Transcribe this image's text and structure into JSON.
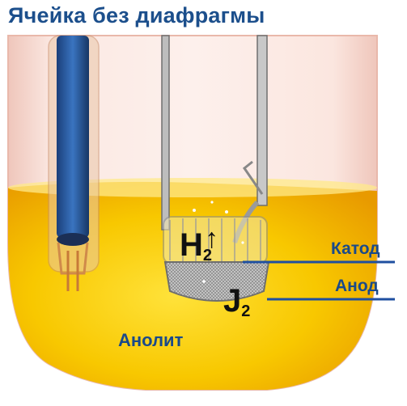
{
  "title": "Ячейка без диафрагмы",
  "labels": {
    "cathode": "Катод",
    "anode": "Анод",
    "anolyte": "Анолит"
  },
  "formulas": {
    "h2": {
      "symbol": "H",
      "subscript": "2",
      "arrow": "↑"
    },
    "j2": {
      "symbol": "J",
      "subscript": "2"
    }
  },
  "colors": {
    "title": "#1c4f8c",
    "label": "#1a4a8a",
    "liquid": "#f5c000",
    "glass": "#f6dcd4",
    "leader_line": "#1f4fa0"
  }
}
